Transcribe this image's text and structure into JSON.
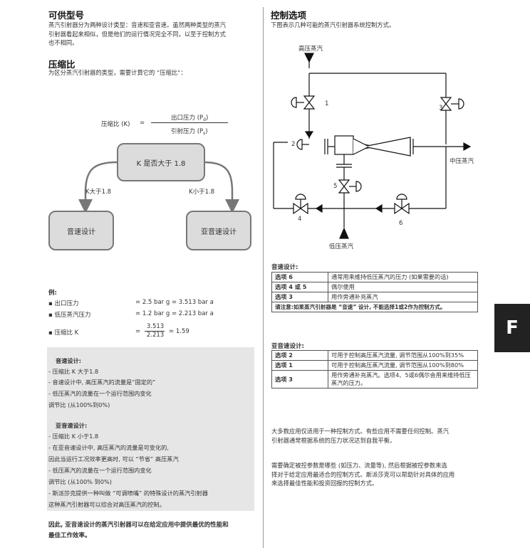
{
  "left": {
    "section1": {
      "title": "可供型号",
      "body": [
        "蒸汽引射器分为两种设计类型：音速和亚音速。虽然两种类型的蒸汽",
        "引射器看起来相似，但是他们的运行情况完全不同，以至于控制方式",
        "也不相同。"
      ]
    },
    "section2": {
      "title": "压缩比",
      "body": "为区分蒸汽引射器的类型，需要计算它的 “压缩比”："
    },
    "formula": {
      "lhs": "压缩比 (K)",
      "eq": "=",
      "numerator": "出口压力 (P",
      "numerator_sub": "d",
      "denominator": "引射压力 (P",
      "denominator_sub": "s"
    },
    "flow": {
      "question": "K 是否大于 1.8",
      "left_label": "K大于1.8",
      "right_label": "K小于1.8",
      "left_box": "音速设计",
      "right_box": "亚音速设计"
    },
    "example": {
      "title": "例:",
      "rows": [
        {
          "label": "出口压力",
          "value": "= 2.5 bar g  =  3.513 bar a"
        },
        {
          "label": "低压蒸汽压力",
          "value": "= 1.2 bar g  =  2.213 bar a"
        }
      ],
      "k_label": "压缩比 K",
      "k_num": "3.513",
      "k_den": "2.213",
      "k_result": "=  1.59",
      "k_eq": "="
    },
    "box": {
      "sonic_title": "音速设计:",
      "sonic_lines": [
        "- 压缩比 K 大于1.8",
        "- 音速设计中, 高压蒸汽的流量是“固定的”",
        "- 低压蒸汽的流量在一个运行范围内变化",
        "  调节比 (从100%到0%)"
      ],
      "subsonic_title": "亚音速设计:",
      "subsonic_lines": [
        "- 压缩比 K 小于1.8",
        "- 在亚音速设计中, 高压蒸汽的流量是可变化的,",
        "  因此当运行工况效率更高时, 可以 “节省” 高压蒸汽",
        "- 低压蒸汽的流量在一个运行范围内变化",
        "  调节比 (从100% 到0%)",
        "- 斯派莎克提供一种叫做 “可调喷嘴” 的特殊设计的蒸汽引射器",
        "  这种蒸汽引射器可以综合对高压蒸汽的控制。"
      ]
    },
    "conclusion": [
      "因此, 亚音速设计的蒸汽引射器可以在给定应用中提供最优的性能和",
      "最佳工作效率。"
    ]
  },
  "right": {
    "title": "控制选项",
    "intro": "下图表示几种可能的蒸汽引射器系统控制方式。",
    "diagram": {
      "hp_label": "高压蒸汽",
      "mp_label": "中压蒸汽",
      "lp_label": "低压蒸汽",
      "valve_numbers": [
        "1",
        "2",
        "3",
        "4",
        "5",
        "6"
      ]
    },
    "sonic": {
      "title": "音速设计:",
      "rows": [
        [
          "选项 6",
          "通常用来维持低压蒸汽的压力 (如果需要的话)"
        ],
        [
          "选项 4 或 5",
          "偶尔使用"
        ],
        [
          "选项 3",
          "用作旁通补充蒸汽"
        ]
      ],
      "note": "请注意:如果蒸汽引射器是 “音速” 设计, 不能选择1或2作为控制方式。"
    },
    "subsonic": {
      "title": "亚音速设计:",
      "rows": [
        [
          "选项 2",
          "可用于控制高压蒸汽流量, 调节范围从100%到35%"
        ],
        [
          "选项 1",
          "可用于控制高压蒸汽流量, 调节范围从100%到80%"
        ],
        [
          "选项  3",
          "用作旁通补充蒸汽。选项4、5或6偶尔会用来维持低压蒸汽的压力。"
        ]
      ]
    },
    "para1": [
      "大多数应用仅适用于一种控制方式。有些应用不需要任何控制。蒸汽",
      "引射器通常根据系统的压力状况达到自我平衡。"
    ],
    "para2": [
      "需要确定被控参数是哪些 (如压力、流量等), 然后根据被控参数来选",
      "择对于给定应用最适合的控制方式。斯派莎克可以帮助针对具体的应用",
      "来选择最佳性能和投资回报的控制方式。"
    ]
  },
  "tab": {
    "letter": "F"
  }
}
